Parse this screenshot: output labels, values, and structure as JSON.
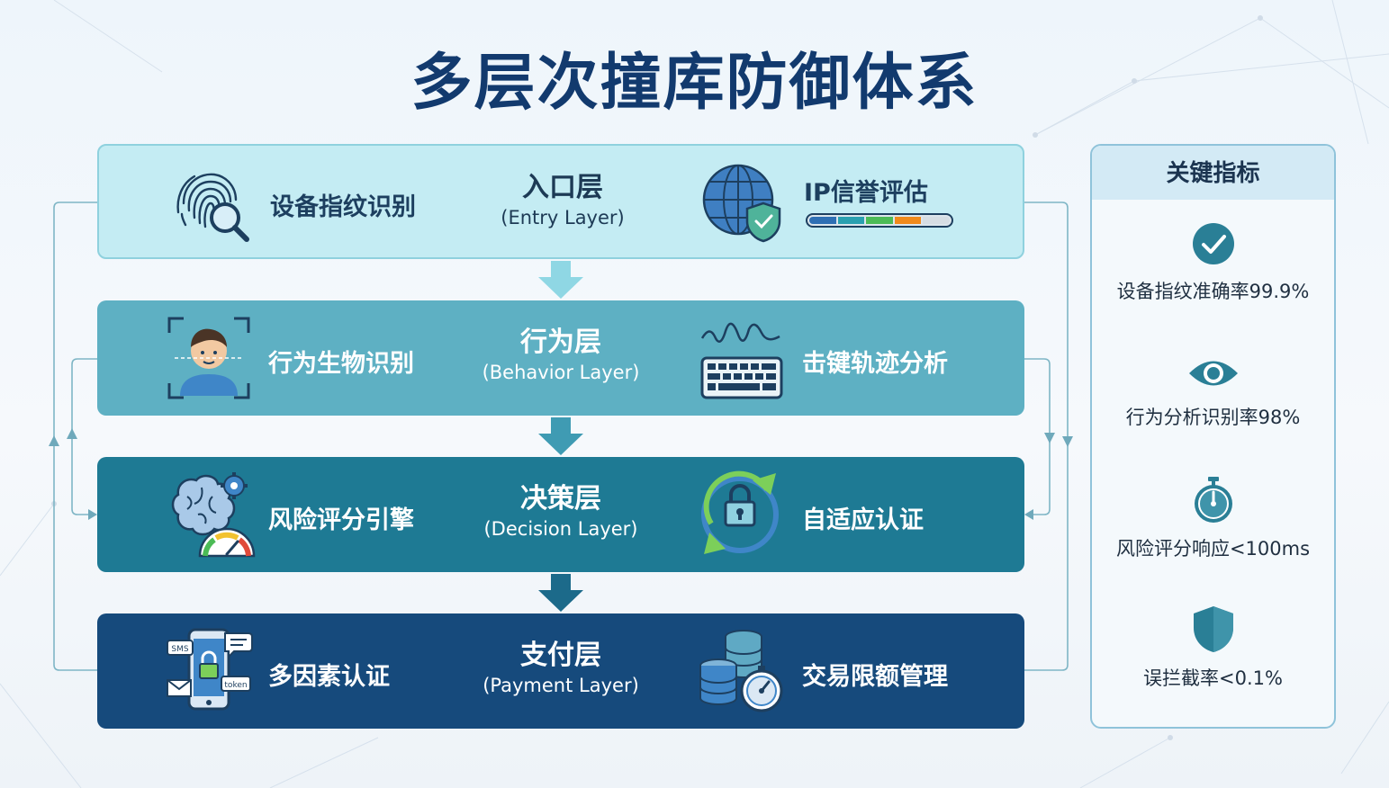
{
  "title": "多层次撞库防御体系",
  "layers": [
    {
      "name_cn": "入口层",
      "name_en": "(Entry Layer)",
      "left_feature": "设备指纹识别",
      "left_icon": "fingerprint-search-icon",
      "right_feature": "IP信誉评估",
      "right_icon": "globe-shield-icon",
      "reputation_bar_colors": [
        "#2e6fb4",
        "#2aa0b0",
        "#4cbb56",
        "#f08a1c",
        "#d6dde3"
      ]
    },
    {
      "name_cn": "行为层",
      "name_en": "(Behavior Layer)",
      "left_feature": "行为生物识别",
      "left_icon": "face-scan-icon",
      "right_feature": "击键轨迹分析",
      "right_icon": "keyboard-wave-icon"
    },
    {
      "name_cn": "决策层",
      "name_en": "(Decision Layer)",
      "left_feature": "风险评分引擎",
      "left_icon": "brain-gauge-icon",
      "right_feature": "自适应认证",
      "right_icon": "lock-cycle-icon"
    },
    {
      "name_cn": "支付层",
      "name_en": "(Payment Layer)",
      "left_feature": "多因素认证",
      "left_icon": "phone-mfa-icon",
      "right_feature": "交易限额管理",
      "right_icon": "coins-timer-icon",
      "mfa_labels": [
        "SMS",
        "token"
      ]
    }
  ],
  "metrics": {
    "header": "关键指标",
    "items": [
      {
        "icon": "check-circle-icon",
        "text": "设备指纹准确率99.9%"
      },
      {
        "icon": "eye-icon",
        "text": "行为分析识别率98%"
      },
      {
        "icon": "stopwatch-icon",
        "text": "风险评分响应<100ms"
      },
      {
        "icon": "shield-icon",
        "text": "误拦截率<0.1%"
      }
    ]
  },
  "colors": {
    "title": "#123a6e",
    "entry_layer": "#c4ecf3",
    "behavior_layer": "#5eb0c3",
    "decision_layer": "#1e7a94",
    "payment_layer": "#164a7c",
    "metric_icon": "#2a7f96"
  }
}
